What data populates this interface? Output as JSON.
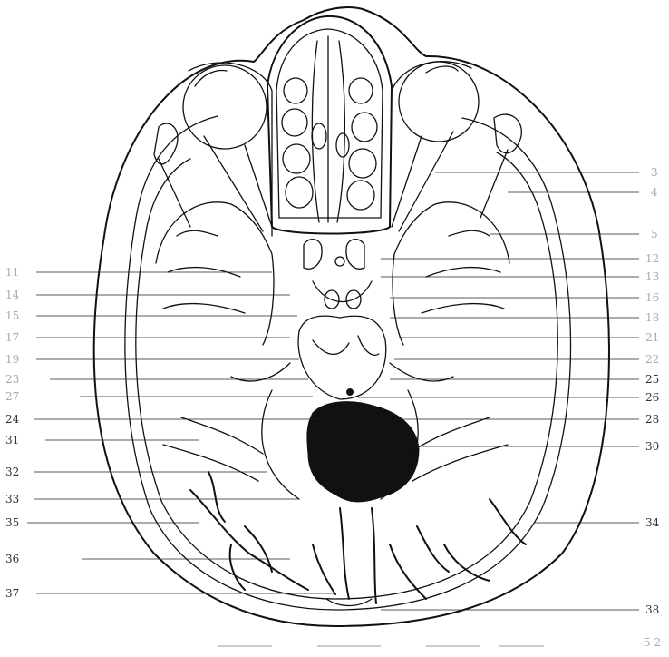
{
  "labels_left": [
    {
      "id": "l-11",
      "text": "11",
      "faint": true
    },
    {
      "id": "l-14",
      "text": "14",
      "faint": true
    },
    {
      "id": "l-15",
      "text": "15",
      "faint": true
    },
    {
      "id": "l-17",
      "text": "17",
      "faint": true
    },
    {
      "id": "l-19",
      "text": "19",
      "faint": true
    },
    {
      "id": "l-23",
      "text": "23",
      "faint": true
    },
    {
      "id": "l-24",
      "text": "24",
      "faint": false
    },
    {
      "id": "l-27",
      "text": "27",
      "faint": false
    },
    {
      "id": "l-31",
      "text": "31",
      "faint": false
    },
    {
      "id": "l-32",
      "text": "32",
      "faint": false
    },
    {
      "id": "l-33",
      "text": "33",
      "faint": false
    },
    {
      "id": "l-35",
      "text": "35",
      "faint": false
    },
    {
      "id": "l-36",
      "text": "36",
      "faint": false
    },
    {
      "id": "l-37",
      "text": "37",
      "faint": false
    }
  ],
  "labels_right": [
    {
      "id": "r-12",
      "text": "12",
      "faint": true
    },
    {
      "id": "r-13",
      "text": "13",
      "faint": true
    },
    {
      "id": "r-16",
      "text": "16",
      "faint": true
    },
    {
      "id": "r-18",
      "text": "18",
      "faint": true
    },
    {
      "id": "r-21",
      "text": "21",
      "faint": true
    },
    {
      "id": "r-22",
      "text": "22",
      "faint": true
    },
    {
      "id": "r-25",
      "text": "25",
      "faint": false
    },
    {
      "id": "r-26",
      "text": "26",
      "faint": false
    },
    {
      "id": "r-28",
      "text": "28",
      "faint": false
    },
    {
      "id": "r-30",
      "text": "30",
      "faint": false
    },
    {
      "id": "r-34",
      "text": "34",
      "faint": false
    },
    {
      "id": "r-38",
      "text": "38",
      "faint": false
    }
  ],
  "labels_top_right": [
    {
      "id": "tr-3",
      "text": "3"
    },
    {
      "id": "tr-4",
      "text": "4"
    },
    {
      "id": "tr-5",
      "text": "5"
    }
  ],
  "page_corner": {
    "text": "5 2"
  }
}
